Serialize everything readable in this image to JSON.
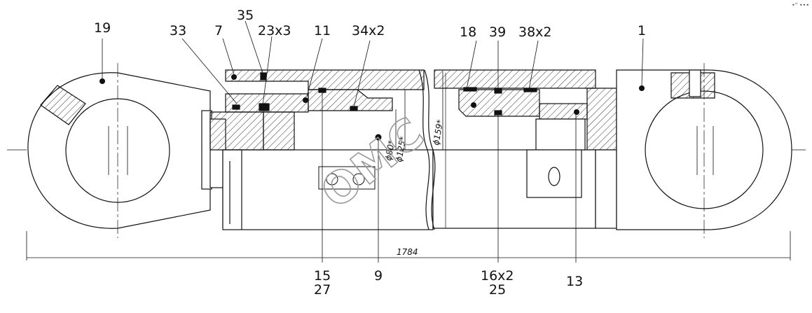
{
  "drawing": {
    "overall_length": "1784",
    "diameters": {
      "rod": "ϕ80*",
      "bore": "ϕ125*",
      "tube": "ϕ159*"
    },
    "watermark": "OMC",
    "corner_mark": "•\" •••",
    "balloons_top": [
      "19",
      "33",
      "7",
      "35",
      "23x3",
      "11",
      "34x2",
      "18",
      "39",
      "38x2",
      "1"
    ],
    "balloons_bottom": {
      "b15": "15",
      "b27": "27",
      "b9": "9",
      "b16": "16x2",
      "b25": "25",
      "b13": "13"
    }
  },
  "colors": {
    "line": "#111111",
    "hatch": "#333333",
    "watermark": "#9a9a9a",
    "background": "#ffffff"
  }
}
